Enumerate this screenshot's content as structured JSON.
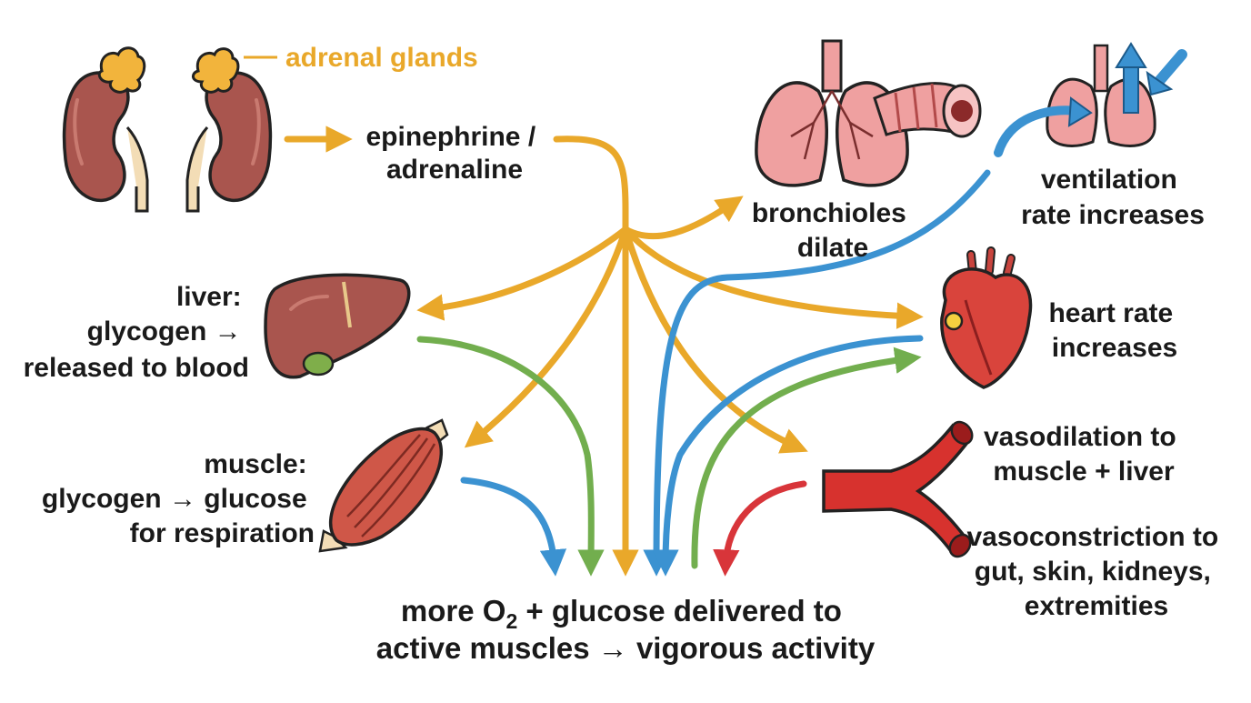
{
  "colors": {
    "gold": "#E9A82A",
    "blue": "#3B92D1",
    "green": "#72AE4E",
    "red": "#D8353A",
    "organ": "#A9554E",
    "gland": "#F2B43C",
    "lung": "#EFA0A0",
    "heart": "#D9443C",
    "vessel": "#D7322E",
    "muscle": "#CF5748"
  },
  "labels": {
    "adrenal": "adrenal glands",
    "epinephrine": [
      "epinephrine /",
      "adrenaline"
    ],
    "bronchioles": [
      "bronchioles",
      "dilate"
    ],
    "ventilation": [
      "ventilation",
      "rate increases"
    ],
    "liver": [
      "liver:",
      "glycogen →",
      "released to blood"
    ],
    "heart": [
      "heart rate",
      "increases"
    ],
    "muscle": [
      "muscle:",
      "glycogen → glucose",
      "for respiration"
    ],
    "vasodilation": [
      "vasodilation to",
      "muscle + liver"
    ],
    "vasoconstriction": [
      "vasoconstriction to",
      "gut, skin, kidneys,",
      "extremities"
    ],
    "outcome_line1": {
      "a": "more O",
      "sub": "2",
      "b": " + glucose delivered to"
    },
    "outcome_line2": "active muscles → vigorous activity"
  },
  "icons": [
    "kidney-icon",
    "adrenal-gland-icon",
    "lungs-icon",
    "bronchiole-icon",
    "liver-icon",
    "heart-icon",
    "muscle-icon",
    "blood-vessel-icon"
  ]
}
